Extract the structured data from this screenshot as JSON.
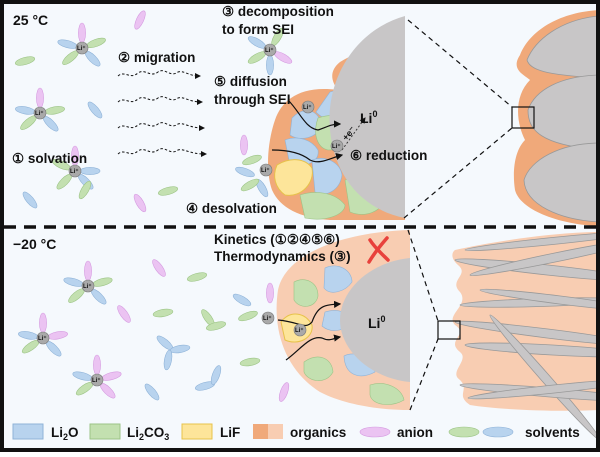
{
  "panels": {
    "top": {
      "temperature": "25 °C",
      "steps": {
        "solvation": "① solvation",
        "migration": "② migration",
        "decomposition_line1": "③ decomposition",
        "decomposition_line2": "to form SEI",
        "desolvation": "④ desolvation",
        "diffusion_line1": "⑤ diffusion",
        "diffusion_line2": "through SEI",
        "reduction": "⑥ reduction"
      },
      "electron_label": "+e⁻",
      "metal_label": "Li",
      "metal_superscript": "0"
    },
    "bottom": {
      "temperature": "−20 °C",
      "kinetics": "Kinetics (①②④⑤⑥)",
      "thermodynamics": "Thermodynamics (③)",
      "failure_mark": "✕",
      "metal_label": "Li",
      "metal_superscript": "0"
    }
  },
  "ion_label": "Li⁺",
  "legend": {
    "li2o": {
      "label": "Li₂O",
      "color": "#b8d3ee"
    },
    "li2co3": {
      "label": "Li₂CO₃",
      "color": "#c3e0b0"
    },
    "lif": {
      "label": "LiF",
      "color": "#fde59a"
    },
    "organics": {
      "label": "organics",
      "color_dark": "#f0a97a",
      "color_light": "#f8cdb2"
    },
    "anion": {
      "label": "anion",
      "color": "#ebc3f2"
    },
    "solvents": {
      "label": "solvents"
    }
  },
  "colors": {
    "background": "#f5f9fd",
    "lithium_metal": "#c8c6c7",
    "ion": "#a9a9a9",
    "cross": "#e8413c"
  }
}
